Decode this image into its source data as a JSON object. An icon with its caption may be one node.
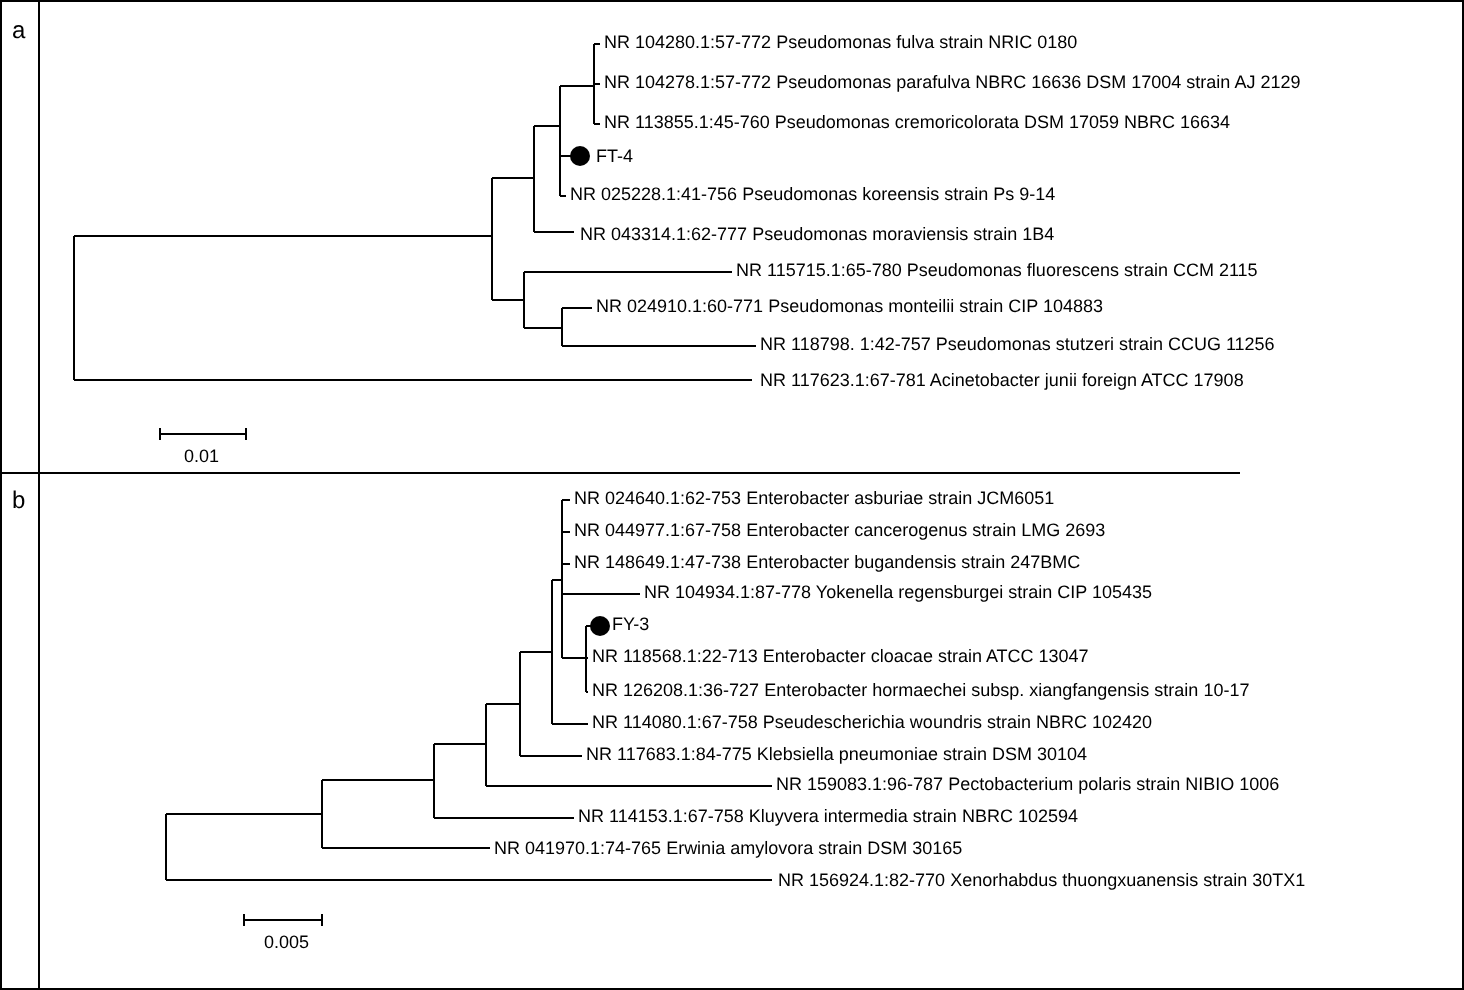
{
  "diagram": {
    "labels": [
      "a",
      "NR 104280.1:57-772 Pseudomonas fulva strain NRIC 0180",
      "NR 104278.1:57-772 Pseudomonas parafulva NBRC 16636 DSM 17004 strain AJ 2129",
      "NR 113855.1:45-760 Pseudomonas cremoricolorata DSM 17059 NBRC 16634",
      "FT-4",
      "NR 025228.1:41-756 Pseudomonas koreensis strain Ps 9-14",
      "NR 043314.1:62-777 Pseudomonas moraviensis strain 1B4",
      "NR 115715.1:65-780 Pseudomonas fluorescens strain CCM 2115",
      "NR 024910.1:60-771 Pseudomonas monteilii strain CIP 104883",
      "NR 118798. 1:42-757 Pseudomonas stutzeri strain CCUG 11256",
      "NR 117623.1:67-781 Acinetobacter junii foreign ATCC 17908",
      "0.01",
      "b",
      "NR 024640.1:62-753 Enterobacter asburiae strain JCM6051",
      "NR 044977.1:67-758 Enterobacter cancerogenus strain LMG 2693",
      "NR 148649.1:47-738 Enterobacter bugandensis strain 247BMC",
      "NR 104934.1:87-778 Yokenella regensburgei strain CIP 105435",
      "FY-3",
      "NR 118568.1:22-713 Enterobacter cloacae strain ATCC 13047",
      "NR 126208.1:36-727 Enterobacter hormaechei subsp. xiangfangensis strain 10-17",
      "NR 114080.1:67-758 Pseudescherichia woundris strain NBRC 102420",
      "NR 117683.1:84-775 Klebsiella pneumoniae strain DSM 30104",
      "NR 159083.1:96-787 Pectobacterium polaris strain NIBIO 1006",
      "NR 114153.1:67-758 Kluyvera intermedia strain NBRC 102594",
      "NR 041970.1:74-765 Erwinia amylovora strain DSM 30165",
      "NR 156924.1:82-770 Xenorhabdus thuongxuanensis strain 30TX1",
      "0.005"
    ]
  }
}
